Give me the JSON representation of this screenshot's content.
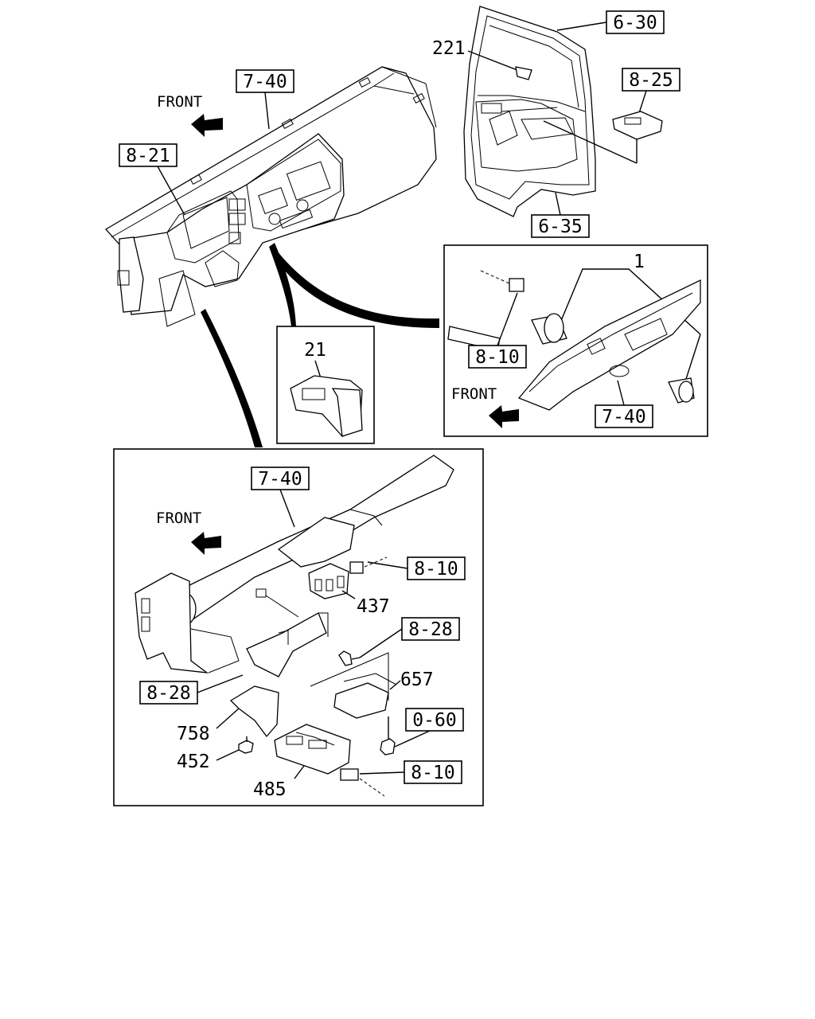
{
  "refs": {
    "r630": "6-30",
    "r635": "6-35",
    "r825": "8-25",
    "r740_top": "7-40",
    "r821": "8-21",
    "r810_detail": "8-10",
    "r740_detail": "7-40",
    "r740_bottom": "7-40",
    "r810_a": "8-10",
    "r828_a": "8-28",
    "r828_b": "8-28",
    "r060": "0-60",
    "r810_b": "8-10"
  },
  "part_numbers": {
    "p221": "221",
    "p1": "1",
    "p21": "21",
    "p437": "437",
    "p657": "657",
    "p758": "758",
    "p452": "452",
    "p485": "485"
  },
  "front_labels": {
    "top": "FRONT",
    "detail": "FRONT",
    "bottom": "FRONT"
  }
}
